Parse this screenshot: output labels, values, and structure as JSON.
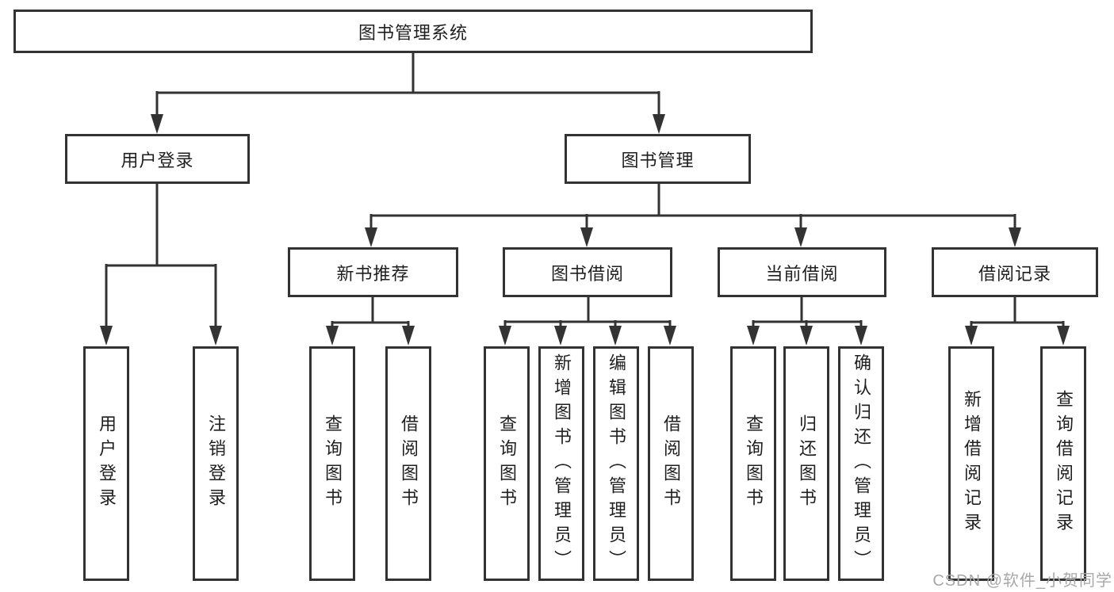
{
  "diagram": {
    "background": "#ffffff",
    "line_color": "#333333",
    "text_color": "#1f1f1f",
    "watermark": {
      "text": "CSDN @软件_小贺同学",
      "color": "#a8a8a8"
    },
    "nodes": {
      "root": {
        "label": "图书管理系统",
        "children": [
          "user_login",
          "book_mgmt"
        ]
      },
      "user_login": {
        "label": "用户登录",
        "children": [
          "leaf_user_login",
          "leaf_logout"
        ]
      },
      "book_mgmt": {
        "label": "图书管理",
        "children": [
          "new_book_rec",
          "book_borrow",
          "current_borrow",
          "borrow_record"
        ]
      },
      "new_book_rec": {
        "label": "新书推荐",
        "children": [
          "leaf_query_book_1",
          "leaf_borrow_book_1"
        ]
      },
      "book_borrow": {
        "label": "图书借阅",
        "children": [
          "leaf_query_book_2",
          "leaf_add_book",
          "leaf_edit_book",
          "leaf_borrow_book_2"
        ]
      },
      "current_borrow": {
        "label": "当前借阅",
        "children": [
          "leaf_query_book_3",
          "leaf_return_book",
          "leaf_confirm_return"
        ]
      },
      "borrow_record": {
        "label": "借阅记录",
        "children": [
          "leaf_add_record",
          "leaf_query_record"
        ]
      },
      "leaf_user_login": {
        "label": "用户登录"
      },
      "leaf_logout": {
        "label": "注销登录"
      },
      "leaf_query_book_1": {
        "label": "查询图书"
      },
      "leaf_borrow_book_1": {
        "label": "借阅图书"
      },
      "leaf_query_book_2": {
        "label": "查询图书"
      },
      "leaf_add_book": {
        "label": "新增图书（管理员）"
      },
      "leaf_edit_book": {
        "label": "编辑图书（管理员）"
      },
      "leaf_borrow_book_2": {
        "label": "借阅图书"
      },
      "leaf_query_book_3": {
        "label": "查询图书"
      },
      "leaf_return_book": {
        "label": "归还图书"
      },
      "leaf_confirm_return": {
        "label": "确认归还（管理员）"
      },
      "leaf_add_record": {
        "label": "新增借阅记录"
      },
      "leaf_query_record": {
        "label": "查询借阅记录"
      }
    }
  }
}
